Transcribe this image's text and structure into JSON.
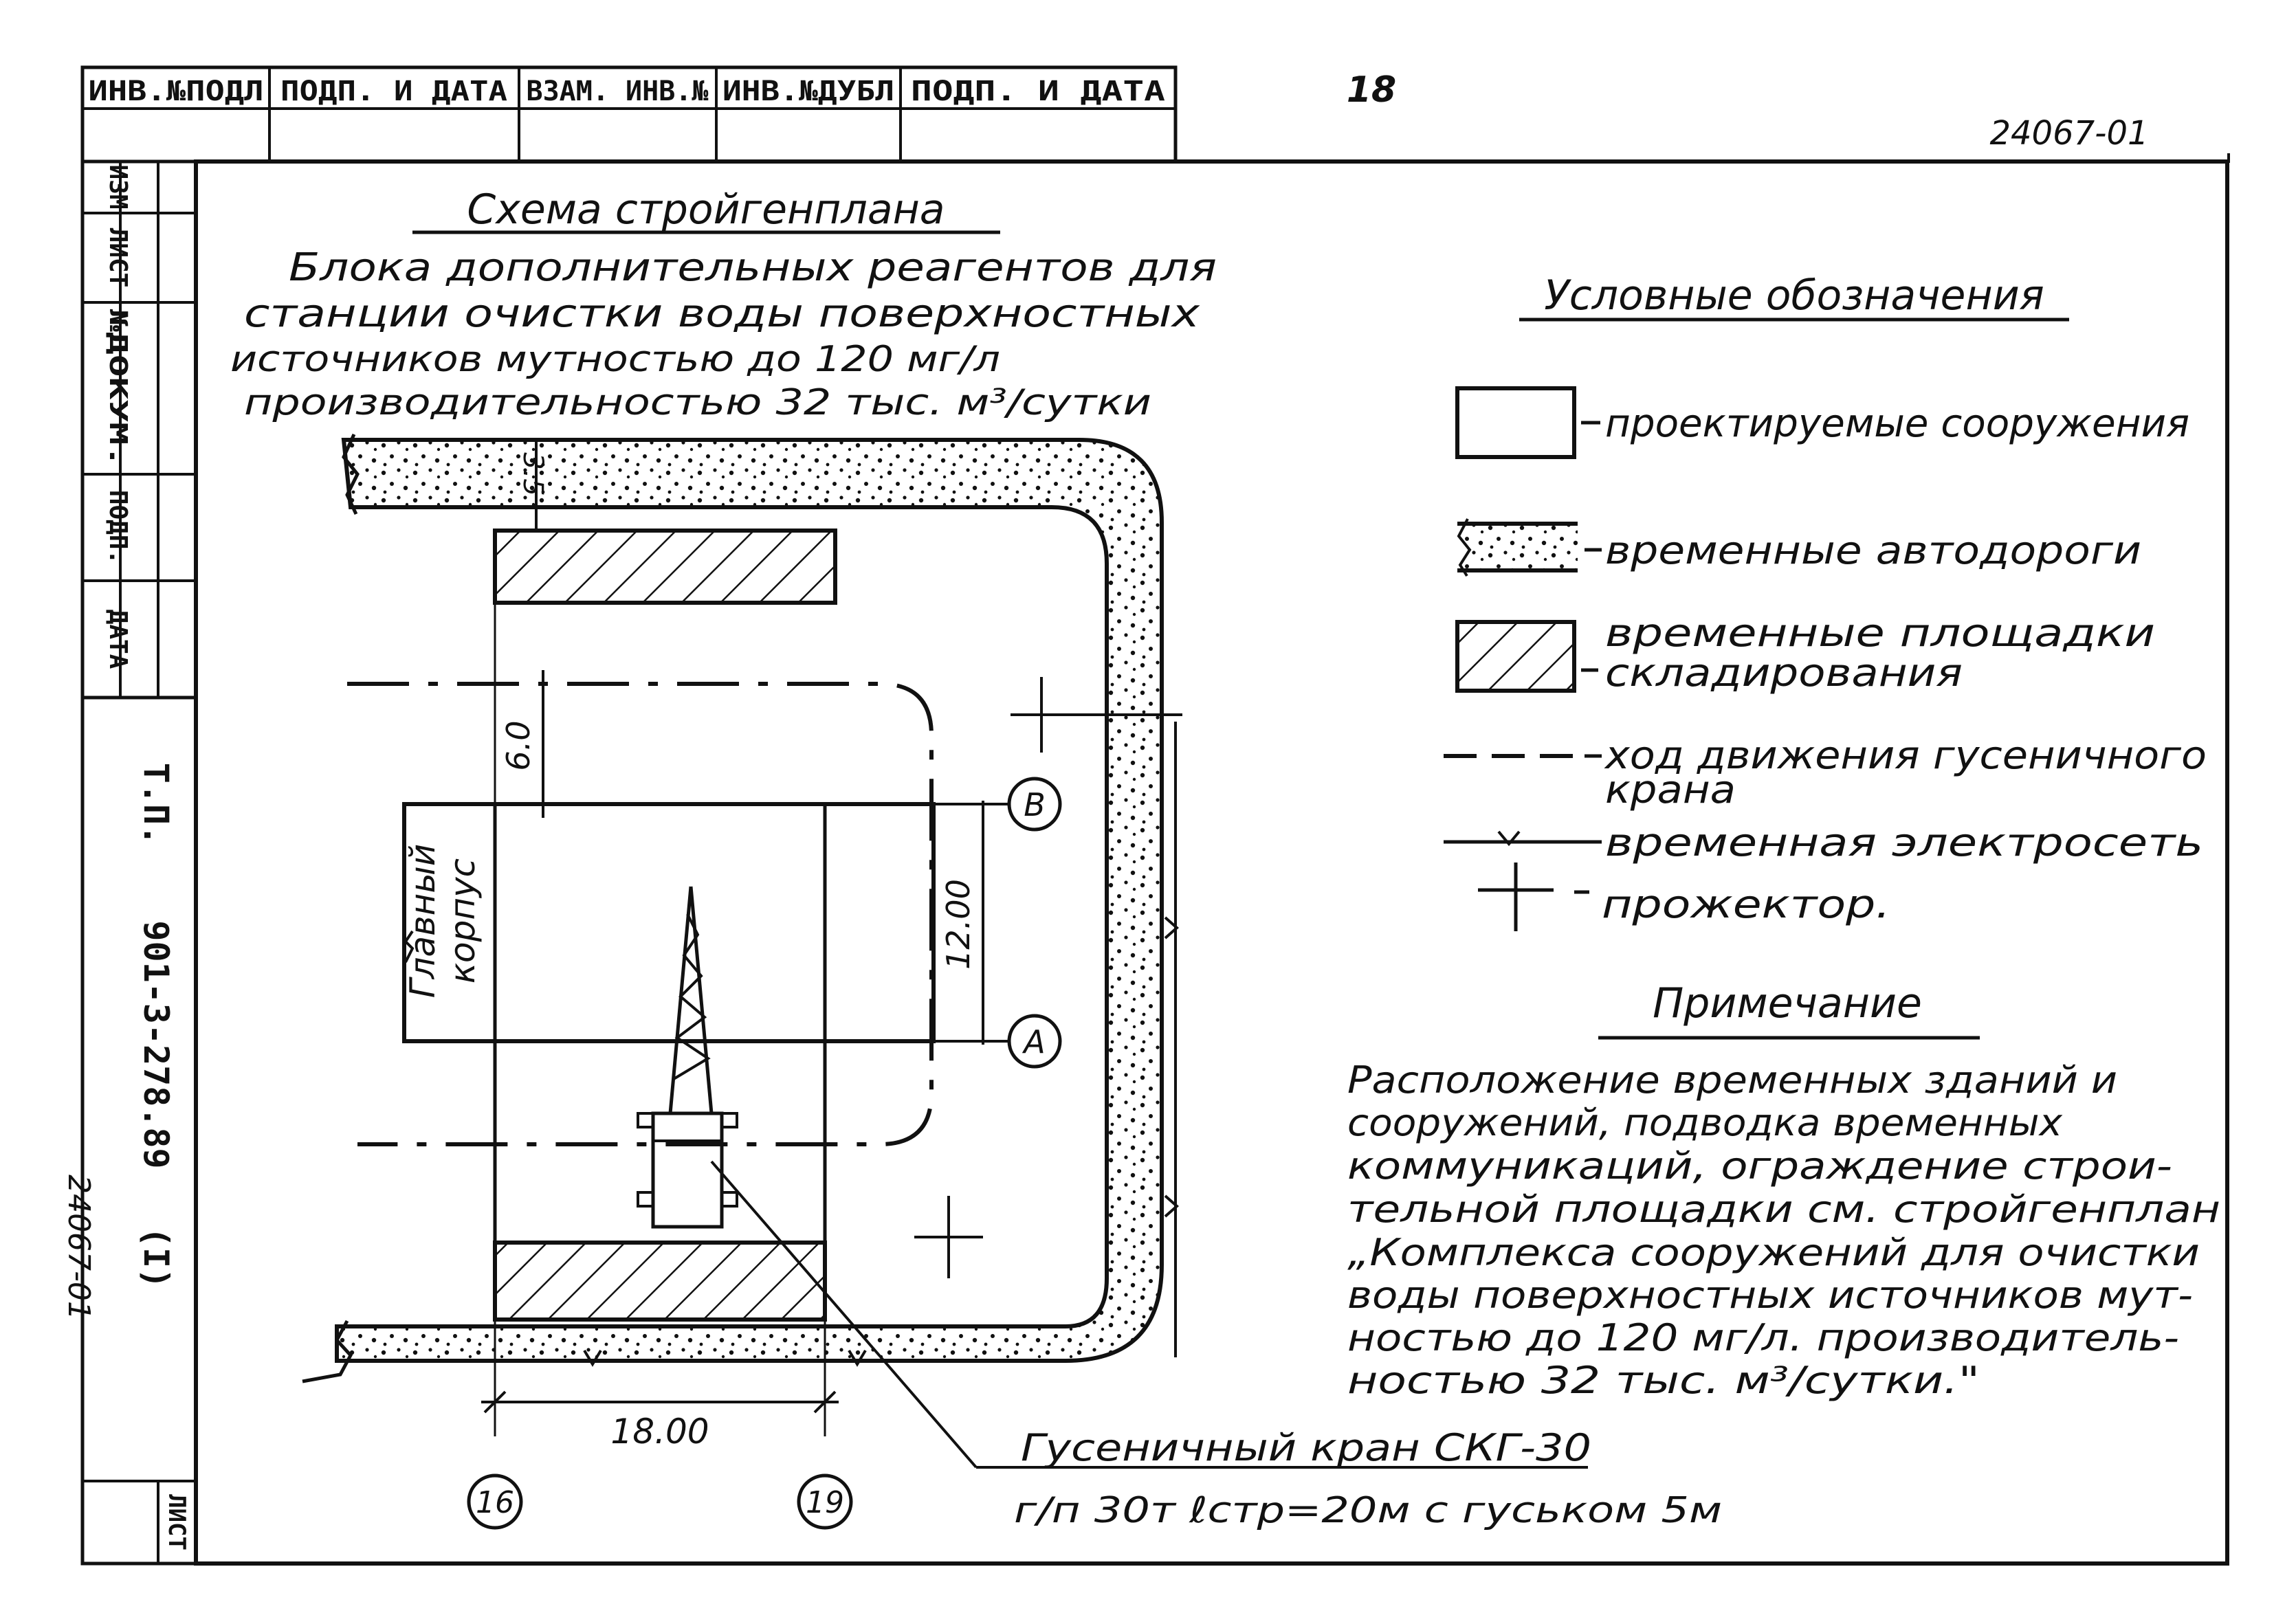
{
  "page": {
    "number": "18",
    "doc_code": "24067-01",
    "side_code": "24067-01"
  },
  "top_stamp": {
    "cells": [
      "ИНВ.№ПОДЛ",
      "ПОДП. И ДАТА",
      "ВЗАМ. ИНВ.№",
      "ИНВ.№ДУБЛ",
      "ПОДП. И ДАТА"
    ]
  },
  "left_stamp": {
    "cells": [
      "ИЗМ",
      "ЛИСТ",
      "№ДОКУМ.",
      "ПОДП.",
      "ДАТА"
    ],
    "project_line1": "Т.П.",
    "project_line2": "901-3-278.89",
    "album": "(I)",
    "sheet_label": "ЛИСТ"
  },
  "title": {
    "heading": "Схема стройгенплана",
    "line1": "Блока дополнительных реагентов для",
    "line2": "станции очистки воды поверхностных",
    "line3": "источников мутностью до 120 мг/л",
    "line4": "производительностью 32 тыс. м³/сутки"
  },
  "plan": {
    "building_label1": "Главный",
    "building_label2": "корпус",
    "dim_road_width": "3.5",
    "dim_offset": "6.0",
    "dim_span": "12.00",
    "dim_length": "18.00",
    "axis_b": "В",
    "axis_a": "А",
    "axis_16": "16",
    "axis_19": "19",
    "crane_line1": "Гусеничный кран СКГ-30",
    "crane_line2": "г/п 30т ℓстр=20м с гуськом 5м"
  },
  "legend": {
    "heading": "Условные обозначения",
    "items": [
      {
        "label": "проектируемые сооружения"
      },
      {
        "label": "временные автодороги"
      },
      {
        "label_line1": "временные площадки",
        "label_line2": "складирования"
      },
      {
        "label_line1": "ход движения гусеничного",
        "label_line2": "крана"
      },
      {
        "label": "временная электросеть"
      },
      {
        "label": "прожектор."
      }
    ]
  },
  "note": {
    "heading": "Примечание",
    "lines": [
      "Расположение временных зданий и",
      "сооружений, подводка временных",
      "коммуникаций, ограждение строи-",
      "тельной площадки см. стройгенплан",
      "„Комплекса сооружений для очистки",
      "воды поверхностных источников мут-",
      "ностью до 120 мг/л. производитель-",
      "ностью 32 тыс. м³/сутки.\""
    ]
  }
}
